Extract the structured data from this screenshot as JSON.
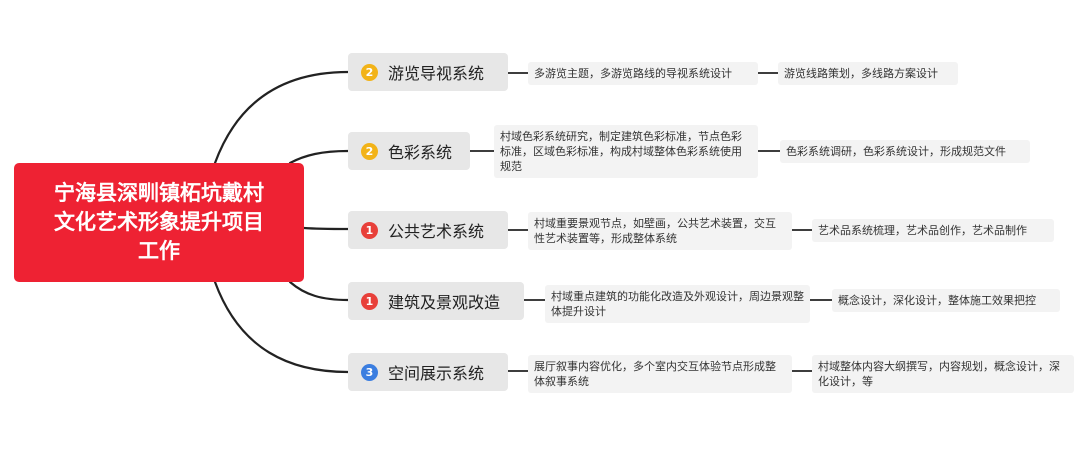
{
  "root": {
    "title": "宁海县深甽镇柘坑戴村\n文化艺术形象提升项目\n工作"
  },
  "branches": [
    {
      "label": "游览导视系统",
      "priority": "2",
      "priority_color": "#f2b318",
      "detail": "多游览主题，多游览路线的导视系统设计",
      "output": "游览线路策划，多线路方案设计"
    },
    {
      "label": "色彩系统",
      "priority": "2",
      "priority_color": "#f2b318",
      "detail": "村域色彩系统研究，制定建筑色彩标准，节点色彩标准，区域色彩标准，构成村域整体色彩系统使用规范",
      "output": "色彩系统调研，色彩系统设计，形成规范文件"
    },
    {
      "label": "公共艺术系统",
      "priority": "1",
      "priority_color": "#e8403a",
      "detail": "村域重要景观节点，如壁画，公共艺术装置，交互性艺术装置等，形成整体系统",
      "output": "艺术品系统梳理，艺术品创作，艺术品制作"
    },
    {
      "label": "建筑及景观改造",
      "priority": "1",
      "priority_color": "#e8403a",
      "detail": "村域重点建筑的功能化改造及外观设计，周边景观整体提升设计",
      "output": "概念设计，深化设计，整体施工效果把控"
    },
    {
      "label": "空间展示系统",
      "priority": "3",
      "priority_color": "#3b7ee0",
      "detail": "展厅叙事内容优化，多个室内交互体验节点形成整体叙事系统",
      "output": "村域整体内容大纲撰写，内容规划，概念设计，深化设计，等"
    }
  ],
  "colors": {
    "root_bg": "#ee2233",
    "connector": "#222222"
  }
}
